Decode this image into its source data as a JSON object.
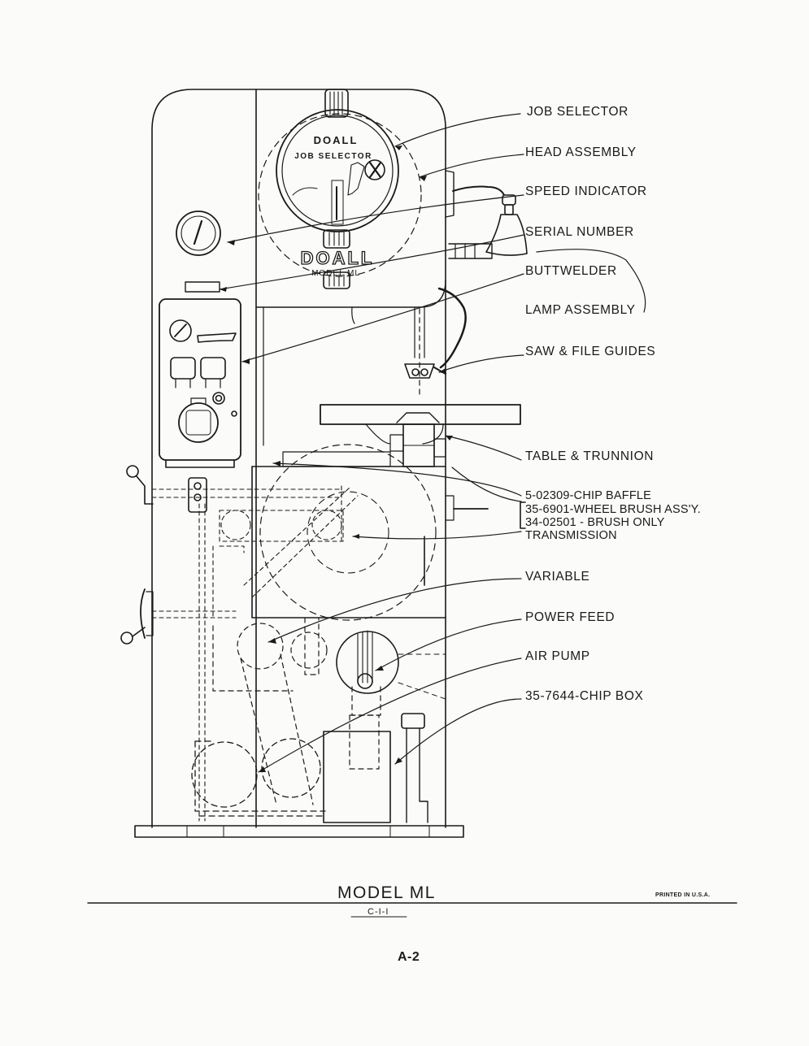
{
  "machine": {
    "brand_top": "DOALL",
    "selector_text": "JOB SELECTOR",
    "brand_mid": "DOALL",
    "model_badge": "MODEL ML"
  },
  "labels": [
    {
      "id": "job-selector",
      "text": "JOB SELECTOR"
    },
    {
      "id": "head-assembly",
      "text": "HEAD ASSEMBLY"
    },
    {
      "id": "speed-indicator",
      "text": "SPEED INDICATOR"
    },
    {
      "id": "serial-number",
      "text": "SERIAL NUMBER"
    },
    {
      "id": "buttwelder",
      "text": "BUTTWELDER"
    },
    {
      "id": "lamp-assembly",
      "text": "LAMP ASSEMBLY"
    },
    {
      "id": "saw-file-guides",
      "text": "SAW & FILE GUIDES"
    },
    {
      "id": "table-trunnion",
      "text": "TABLE & TRUNNION"
    },
    {
      "id": "chip-baffle",
      "text": "5-02309-CHIP BAFFLE"
    },
    {
      "id": "wheel-brush",
      "text": "35-6901-WHEEL BRUSH ASS'Y."
    },
    {
      "id": "brush-only",
      "text": "34-02501 - BRUSH ONLY"
    },
    {
      "id": "transmission",
      "text": "TRANSMISSION"
    },
    {
      "id": "variable",
      "text": "VARIABLE"
    },
    {
      "id": "power-feed",
      "text": "POWER FEED"
    },
    {
      "id": "air-pump",
      "text": "AIR PUMP"
    },
    {
      "id": "chip-box",
      "text": "35-7644-CHIP BOX"
    }
  ],
  "footer": {
    "title": "MODEL ML",
    "code": "C-I-I",
    "printed": "PRINTED IN U.S.A.",
    "page": "A-2"
  },
  "colors": {
    "ink": "#1a1a1a",
    "paper": "#fbfbf9"
  }
}
